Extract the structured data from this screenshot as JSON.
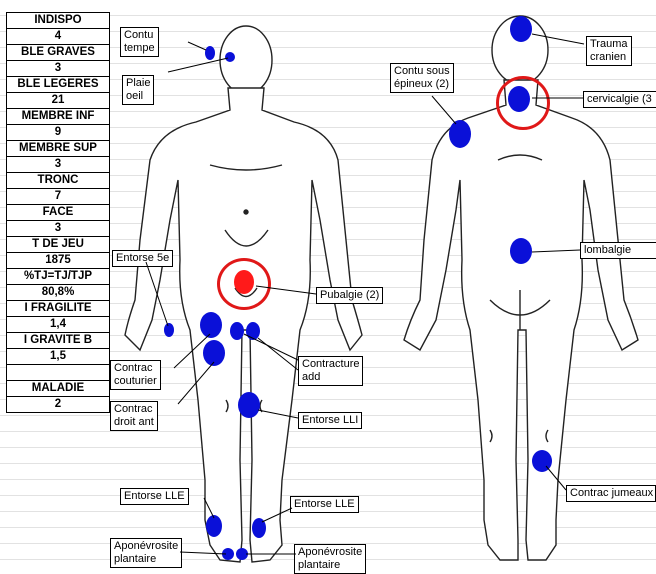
{
  "stats": {
    "rows": [
      "INDISPO",
      "4",
      "BLE GRAVES",
      "3",
      "BLE LEGERES",
      "21",
      "MEMBRE INF",
      "9",
      "MEMBRE SUP",
      "3",
      "TRONC",
      "7",
      "FACE",
      "3",
      "T DE JEU",
      "1875",
      "%TJ=TJ/TJP",
      "80,8%",
      "I FRAGILITE",
      "1,4",
      "I GRAVITE B",
      "1,5",
      "",
      "MALADIE",
      "2"
    ]
  },
  "front_labels": {
    "contu_tempe": "Contu\ntempe",
    "plaie_oeil": "Plaie\noeil",
    "entorse_5e": "Entorse 5e",
    "pubalgie": "Pubalgie (2)",
    "contracture_add": "Contracture\nadd",
    "contrac_couturier": "Contrac\ncouturier",
    "contrac_droit_ant": "Contrac\ndroit ant",
    "entorse_lli": "Entorse LLI",
    "entorse_lle_left": "Entorse LLE",
    "entorse_lle_right": "Entorse LLE",
    "aponevrosite_left": "Aponévrosite\nplantaire",
    "aponevrosite_right": "Aponévrosite\nplantaire"
  },
  "back_labels": {
    "trauma_cranien": "Trauma\ncranien",
    "contu_sous_epineux": "Contu sous\népineux (2)",
    "cervicalgie": "cervicalgie (3",
    "lombalgie": "lombalgie",
    "contrac_jumeaux": "Contrac jumeaux"
  },
  "colors": {
    "injury_dot": "#0a10d8",
    "highlight": "#e01818",
    "pubalgie_dot": "#ff1a1a"
  }
}
